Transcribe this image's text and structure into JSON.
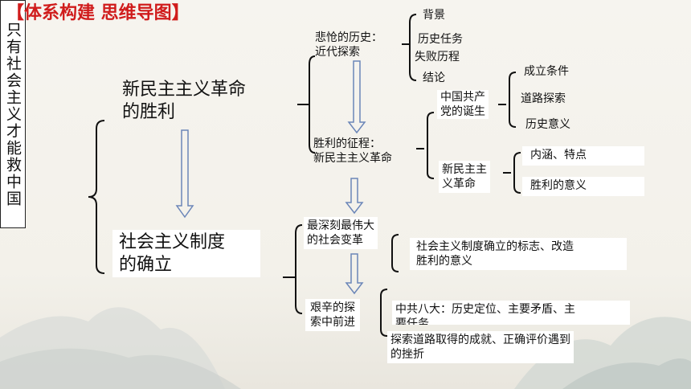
{
  "header": {
    "title": "【体系构建  思维导图】"
  },
  "root": {
    "text": "只有社会主义才能救中国"
  },
  "branch1": {
    "title_line1": "新民主主义革命",
    "title_line2": "的胜利",
    "history": {
      "line1": "悲怆的历史：",
      "line2": "近代探索",
      "items": [
        "背景",
        "历史任务",
        "失败历程",
        "结论"
      ]
    },
    "victory": {
      "line1": "胜利的征程：",
      "line2": "新民主主义革命"
    },
    "cpc": {
      "line1": "中国共产",
      "line2": "党的诞生",
      "items": [
        "成立条件",
        "道路探索",
        "历史意义"
      ]
    },
    "newdemo": {
      "line1": "新民主主",
      "line2": "义革命",
      "items": [
        "内涵、特点",
        "胜利的意义"
      ]
    }
  },
  "branch2": {
    "title_line1": "社会主义制度",
    "title_line2": "的确立",
    "change": {
      "line1": "最深刻最伟大",
      "line2": "的社会变革",
      "detail_line1": "社会主义制度确立的标志、改造",
      "detail_line2": "胜利的意义"
    },
    "explore": {
      "line1": "艰辛的探",
      "line2": "索中前进",
      "detail1": "中共八大：历史定位、主要矛盾、主",
      "detail1_cut": "要任务",
      "detail2_line1": "探索道路取得的成就、正确评价遇到",
      "detail2_line2": "的挫折"
    }
  }
}
